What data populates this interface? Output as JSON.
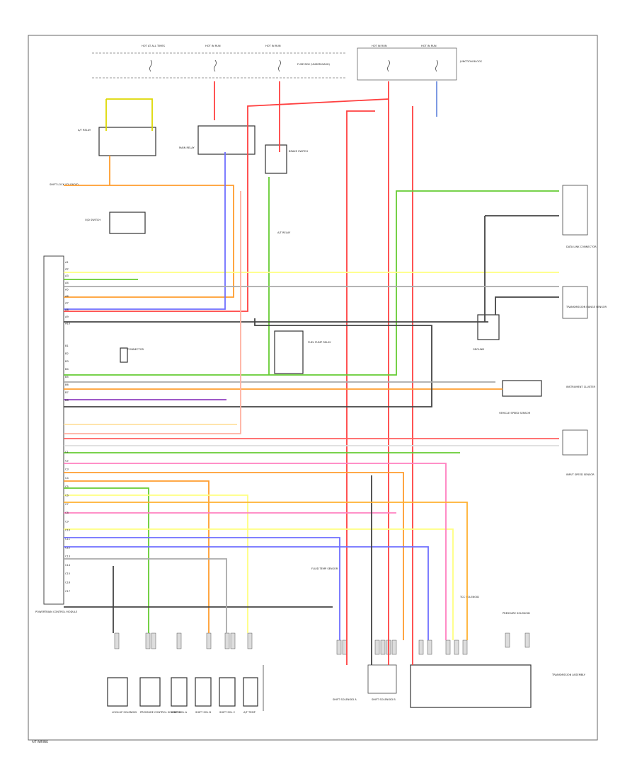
{
  "diagram": {
    "corner_label": "A/T WIRING",
    "fuses": [
      {
        "id": "fuse1",
        "label": "HOT AT ALL TIMES"
      },
      {
        "id": "fuse2",
        "label": "HOT IN RUN"
      },
      {
        "id": "fuse3",
        "label": "HOT IN RUN"
      },
      {
        "id": "fuse4",
        "label": "HOT IN RUN"
      },
      {
        "id": "fuse5",
        "label": "HOT IN RUN"
      }
    ],
    "components": {
      "relay_box_top": "FUSE BOX (UNDER-DASH)",
      "junction_right": "JUNCTION BLOCK",
      "ecm": "POWERTRAIN CONTROL MODULE",
      "brake_sw": "BRAKE SWITCH",
      "interlock": "SHIFT LOCK SOLENOID",
      "od_switch": "O/D SWITCH",
      "at_relay": "A/T RELAY",
      "vss": "VEHICLE SPEED SENSOR",
      "range_sensor": "TRANSMISSION RANGE SENSOR",
      "lockup": "LOCK-UP SOLENOID",
      "tcc": "TCC SOLENOID",
      "pressure": "PRESSURE SOLENOID",
      "sol_a": "SHIFT SOLENOID A",
      "sol_b": "SHIFT SOLENOID B",
      "fluid_temp": "FLUID TEMP SENSOR",
      "speed_sensor": "INPUT SPEED SENSOR",
      "data_link": "DATA LINK CONNECTOR",
      "instrument": "INSTRUMENT CLUSTER",
      "trans_assy": "TRANSMISSION ASSEMBLY",
      "ground": "GROUND"
    },
    "bottom_labels": [
      "LOCK-UP SOLENOID",
      "PRESSURE CONTROL SOLENOID",
      "SHIFT SOL A",
      "SHIFT SOL B",
      "SHIFT SOL C",
      "A/T TEMP"
    ],
    "ecm_pins": [
      "A1",
      "A2",
      "A3",
      "A4",
      "A5",
      "A6",
      "A7",
      "A8",
      "A9",
      "A10",
      "B1",
      "B2",
      "B3",
      "B4",
      "B5",
      "B6",
      "B7",
      "B8",
      "C1",
      "C2",
      "C3",
      "C4",
      "C5",
      "C6",
      "C7",
      "C8",
      "C9",
      "C10",
      "C11",
      "C12",
      "C13",
      "C14",
      "C15",
      "C16",
      "C17"
    ]
  }
}
